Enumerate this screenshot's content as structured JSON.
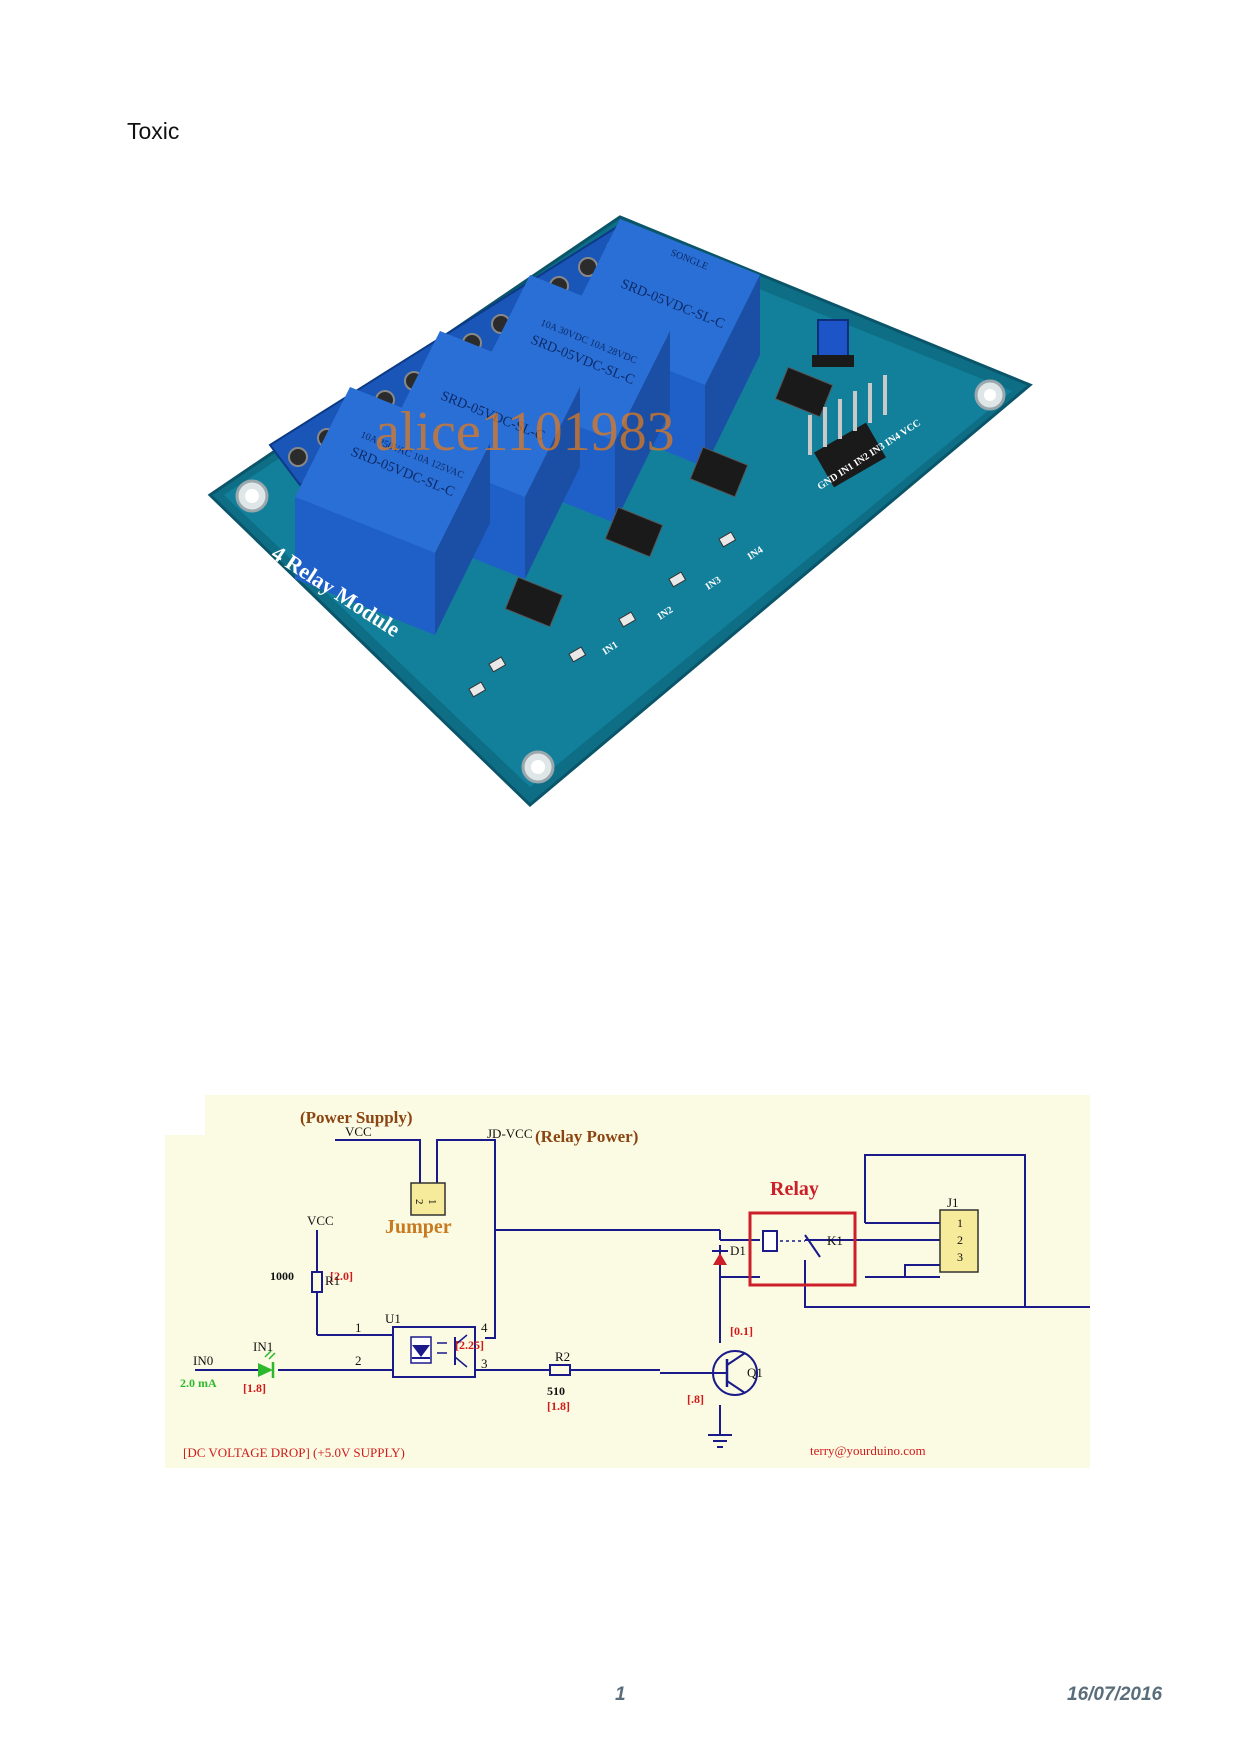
{
  "document": {
    "heading": "Toxic",
    "page_number": "1",
    "date": "16/07/2016"
  },
  "photo": {
    "board_label": "4 Relay Module",
    "watermark": "alice1101983",
    "relay_brand": "SONGLE",
    "relay_model": "SRD-05VDC-SL-C",
    "relay_rating_1": "10A 250VAC 10A 125VAC",
    "relay_rating_2": "10A 30VDC 10A 28VDC",
    "pin_header_labels": "GND IN1 IN2 IN3 IN4 VCC",
    "led_labels": [
      "IN1",
      "IN2",
      "IN3",
      "IN4"
    ],
    "colors": {
      "pcb": "#0e6e86",
      "relay": "#1f5fc8",
      "terminal": "#1a56b8"
    }
  },
  "schematic": {
    "power_supply": "(Power Supply)",
    "vcc_top": "VCC",
    "jd_vcc": "JD-VCC",
    "relay_power": "(Relay Power)",
    "jumper": "Jumper",
    "jumper_pins": [
      "2",
      "1"
    ],
    "relay_title": "Relay",
    "vcc_left": "VCC",
    "r1_value": "1000",
    "r1_name": "R1",
    "r1_drop": "[2.0]",
    "u1_name": "U1",
    "pin1": "1",
    "pin2": "2",
    "pin3": "3",
    "pin4": "4",
    "u1_drop": "[2.25]",
    "in0": "IN0",
    "in1": "IN1",
    "current": "2.0 mA",
    "led_drop": "[1.8]",
    "r2_name": "R2",
    "r2_value": "510",
    "r2_drop": "[1.8]",
    "d1": "D1",
    "k1": "K1",
    "j1": "J1",
    "j1_pins": [
      "1",
      "2",
      "3"
    ],
    "q1": "Q1",
    "q1_drop_c": "[0.1]",
    "q1_drop_b": "[.8]",
    "footer_left": "[DC VOLTAGE DROP]  (+5.0V SUPPLY)",
    "footer_right": "terry@yourduino.com",
    "colors": {
      "background": "#fbfbe3",
      "wire": "#1a1aa8",
      "label_brown": "#8b4513",
      "drop_red": "#d11a1a",
      "relay_box": "#cc1f2a",
      "led_green": "#2eb82e"
    }
  }
}
